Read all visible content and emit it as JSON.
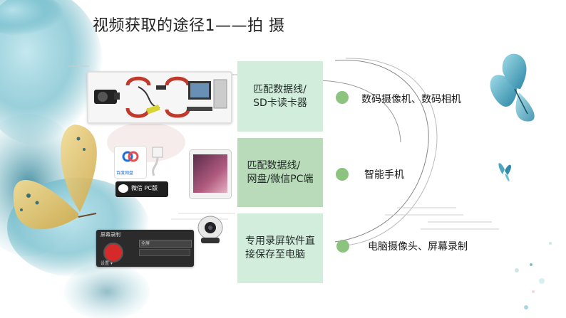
{
  "title": "视频获取的途径1——拍 摄",
  "methods": [
    {
      "box_lines": [
        "匹配数据线/",
        "SD卡读卡器"
      ],
      "label": "数码摄像机、数码相机"
    },
    {
      "box_lines": [
        "匹配数据线/",
        "网盘/微信PC端"
      ],
      "label": "智能手机"
    },
    {
      "box_lines": [
        "专用录屏软件直",
        "接保存至电脑"
      ],
      "label": "电脑摄像头、屏幕录制"
    }
  ],
  "illustrations": {
    "recorder_title": "屏幕录制",
    "recorder_field": "全屏",
    "recorder_footer": "设置 ▾",
    "wechat_label": "微信 PC版",
    "baidu_label": "百度网盘"
  },
  "colors": {
    "box_light": "#d3eddd",
    "box_mid": "#b9dbb9",
    "dot": "#8cc47f",
    "watercolor_teal": "#3f9fb3",
    "butterfly_yellow": "#e7c46a"
  },
  "icons": [
    "camcorder-icon",
    "usb-cable-icon",
    "card-reader-icon",
    "desktop-computer-icon",
    "baidu-netdisk-icon",
    "usb-connector-icon",
    "wechat-icon",
    "smartphone-icon",
    "webcam-icon",
    "record-icon",
    "butterfly-icon"
  ]
}
